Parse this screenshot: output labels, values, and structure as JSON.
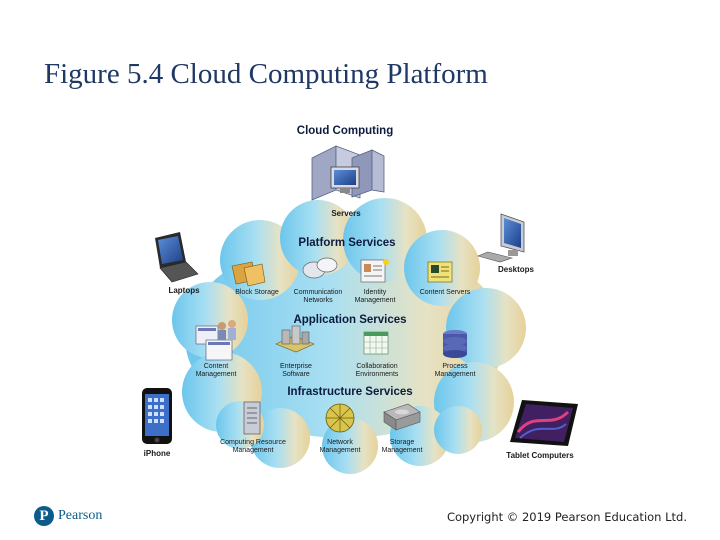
{
  "title": "Figure 5.4 Cloud Computing Platform",
  "diagram": {
    "heading": "Cloud Computing",
    "servers_label": "Servers",
    "devices": {
      "laptops": "Laptops",
      "desktops": "Desktops",
      "iphone": "iPhone",
      "tablets": "Tablet Computers"
    },
    "platform": {
      "title": "Platform Services",
      "items": [
        {
          "l1": "Block Storage",
          "l2": ""
        },
        {
          "l1": "Communication",
          "l2": "Networks"
        },
        {
          "l1": "Identity",
          "l2": "Management"
        },
        {
          "l1": "Content Servers",
          "l2": ""
        }
      ]
    },
    "application": {
      "title": "Application Services",
      "items": [
        {
          "l1": "Content",
          "l2": "Management"
        },
        {
          "l1": "Enterprise",
          "l2": "Software"
        },
        {
          "l1": "Collaboration",
          "l2": "Environments"
        },
        {
          "l1": "Process",
          "l2": "Management"
        }
      ]
    },
    "infrastructure": {
      "title": "Infrastructure Services",
      "items": [
        {
          "l1": "Computing Resource",
          "l2": "Management"
        },
        {
          "l1": "Network",
          "l2": "Management"
        },
        {
          "l1": "Storage",
          "l2": "Management"
        }
      ]
    }
  },
  "footer": {
    "logo_text": "Pearson",
    "logo_mark": "P",
    "copyright": "Copyright © 2019 Pearson Education Ltd."
  },
  "colors": {
    "title": "#1f3864",
    "cloud_left": "#8fd3ef",
    "cloud_right": "#e8d6a8"
  }
}
